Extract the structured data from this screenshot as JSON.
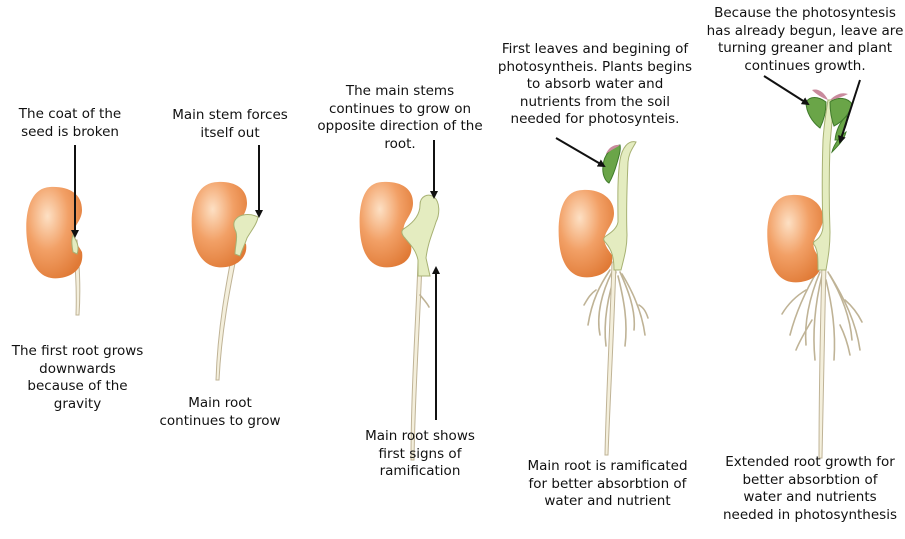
{
  "colors": {
    "seed_light": "#fde0c4",
    "seed_mid": "#f2a066",
    "seed_dark": "#e07a36",
    "stem_fill": "#e4ecc0",
    "stem_stroke": "#a7b173",
    "root_fill": "#f4efdc",
    "root_stroke": "#bfb396",
    "leaf": "#6aa548",
    "leaf_dark": "#3f7a2a",
    "leaf_tip": "#c98a9d",
    "arrow": "#111111"
  },
  "stages": [
    {
      "top": "The coat of the\nseed is broken",
      "bottom": "The first root grows\ndownwards\nbecause of the\ngravity"
    },
    {
      "top": "Main stem forces\nitself out",
      "bottom": "Main root\ncontinues to grow"
    },
    {
      "top": "The main stems\ncontinues to grow on\nopposite direction of the\nroot.",
      "bottom": "Main root shows\nfirst signs of\nramification"
    },
    {
      "top": "First leaves and begining of\nphotosyntheis. Plants begins\nto absorb water and\nnutrients from the soil\nneeded for photosynteis.",
      "bottom": "Main root is ramificated\nfor better absorbtion of\nwater and nutrient"
    },
    {
      "top": "Because the photosyntesis\nhas already begun, leave are\nturning greaner and plant\ncontinues growth.",
      "bottom": "Extended root growth for\nbetter absorbtion of\nwater and nutrients\nneeded in photosynthesis"
    }
  ]
}
